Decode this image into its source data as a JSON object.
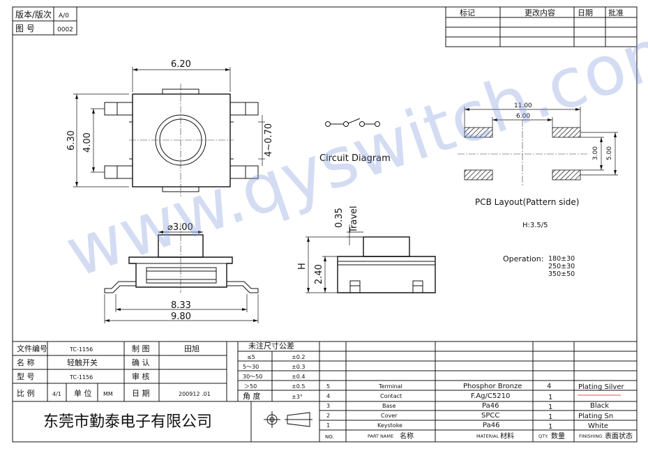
{
  "title_block_top": {
    "version_label": "版本/版次",
    "version_value": "A/0",
    "drawing_no_label": "图 号",
    "drawing_no_value": "0002",
    "revision_headers": [
      "标记",
      "更改内容",
      "日期",
      "批准"
    ]
  },
  "dimensions": {
    "top_width": "6.20",
    "top_height": "6.30",
    "top_inner": "4.00",
    "top_pin": "4~0.70",
    "side_diameter": "⌀3.00",
    "side_w1": "8.33",
    "side_w2": "9.80",
    "right_travel": "0.35",
    "travel_label": "Travel",
    "right_h": "2.40",
    "h_label": "H",
    "pcb_outer": "11.00",
    "pcb_inner": "6.00",
    "pcb_v1": "3.00",
    "pcb_v2": "5.00"
  },
  "labels": {
    "circuit": "Circuit Diagram",
    "pcb": "PCB Layout(Pattern side)",
    "height": "H:3.5/5",
    "operation_label": "Operation:",
    "operation_values": [
      "180±30",
      "250±30",
      "350±50"
    ]
  },
  "watermark": "www.qyswitch.com",
  "info_block": {
    "rows": [
      {
        "l1": "文件编号",
        "v1": "TC-1156",
        "l2": "制 图",
        "v2": "田旭"
      },
      {
        "l1": "名 称",
        "v1": "轻触开关",
        "l2": "确 认",
        "v2": ""
      },
      {
        "l1": "型 号",
        "v1": "TC-1156",
        "l2": "审 核",
        "v2": ""
      }
    ],
    "scale_label": "比 例",
    "scale_value": "4/1",
    "unit_label": "单 位",
    "unit_value": "MM",
    "date_label": "日 期",
    "date_value": "200912 .01"
  },
  "tolerance": {
    "title": "未注尺寸公差",
    "rows": [
      [
        "≤5",
        "±0.2"
      ],
      [
        "5～30",
        "±0.3"
      ],
      [
        "30～50",
        "±0.4"
      ],
      [
        "＞50",
        "±0.5"
      ]
    ],
    "angle_label": "角 度",
    "angle_value": "±3°"
  },
  "company": "东莞市勤泰电子有限公司",
  "bom": {
    "rows": [
      {
        "no": "5",
        "part": "Terminal",
        "material": "Phosphor Bronze",
        "qty": "4",
        "finish": "Plating Silver"
      },
      {
        "no": "4",
        "part": "Contact",
        "material": "F.Ag/C5210",
        "qty": "1",
        "finish": ""
      },
      {
        "no": "3",
        "part": "Base",
        "material": "Pa46",
        "qty": "1",
        "finish": "Black"
      },
      {
        "no": "2",
        "part": "Cover",
        "material": "SPCC",
        "qty": "1",
        "finish": "Plating Sn"
      },
      {
        "no": "1",
        "part": "Keystoke",
        "material": "Pa46",
        "qty": "1",
        "finish": "White"
      }
    ],
    "header": {
      "no": "NO.",
      "part_en": "PART  NAME",
      "part_cn": "名称",
      "mat_en": "MATERIAL",
      "mat_cn": "材料",
      "qty_en": "QTY.",
      "qty_cn": "数量",
      "fin_en": "FINISHING",
      "fin_cn": "表面状态"
    }
  }
}
